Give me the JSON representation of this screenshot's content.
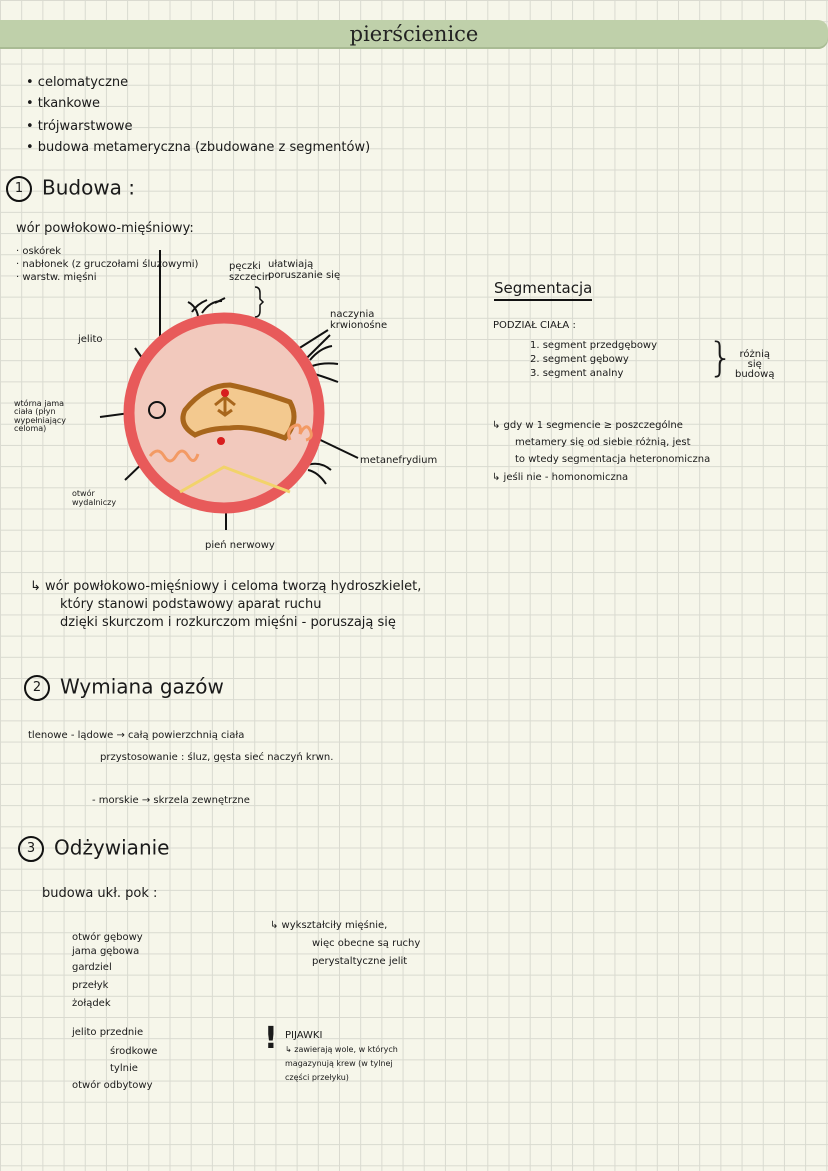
{
  "title": "pierścienice",
  "features": [
    "• celomatyczne",
    "• tkankowe",
    "• trójwarstwowe",
    "• budowa metameryczna (zbudowane z segmentów)"
  ],
  "section1": {
    "number": "1",
    "heading": "Budowa :",
    "wall_title": "wór powłokowo-mięśniowy:",
    "wall_items": [
      "· oskórek",
      "· nabłonek (z gruczołami śluzowymi)",
      "· warstw. mięśni"
    ],
    "diagram_labels": {
      "bristles": "pęczki\nszczecin",
      "bristles_note": "ułatwiają\nporuszanie się",
      "vessels": "naczynia\nkrwionośne",
      "gut": "jelito",
      "coelom": "wtórna jama\nciała (płyn\nwypełniający\nceloma)",
      "nephridium": "metanefrydium",
      "excretory_pore": "otwór\nwydalniczy",
      "nerve_cord": "pień nerwowy"
    },
    "note": [
      "↳ wór powłokowo-mięśniowy i celoma tworzą hydroszkielet,",
      "który stanowi podstawowy aparat ruchu",
      "dzięki skurczom i rozkurczom mięśni - poruszają się"
    ]
  },
  "segmentation": {
    "heading": "Segmentacja",
    "subheading": "PODZIAŁ CIAŁA :",
    "items": [
      "1. segment przedgębowy",
      "2. segment gębowy",
      "3. segment analny"
    ],
    "brace_note": "różnią\nsię\nbudową",
    "notes": [
      "↳ gdy w 1 segmencie ≥ poszczególne",
      "metamery się od siebie różnią, jest",
      "to wtedy segmentacja heteronomiczna",
      "↳ jeśli nie - homonomiczna"
    ]
  },
  "section2": {
    "number": "2",
    "heading": "Wymiana gazów",
    "lines": [
      "tlenowe - lądowe → całą powierzchnią ciała",
      "przystosowanie : śluz, gęsta sieć naczyń krwn.",
      "- morskie → skrzela zewnętrzne"
    ]
  },
  "section3": {
    "number": "3",
    "heading": "Odżywianie",
    "subheading": "budowa ukł. pok :",
    "items": [
      "otwór gębowy",
      "jama gębowa",
      "gardziel",
      "przełyk",
      "żołądek",
      "jelito przednie",
      "środkowe",
      "tylnie",
      "otwór odbytowy"
    ],
    "note": [
      "↳ wykształciły mięśnie,",
      "więc obecne są ruchy",
      "perystaltyczne jelit"
    ],
    "warning_mark": "!",
    "leech_title": "PIJAWKI",
    "leech_note": [
      "↳ zawierają wole, w których",
      "magazynują krew (w tylnej",
      "części przełyku)"
    ]
  },
  "colors": {
    "title_bar": "#bfd0aa",
    "ring": "#e85a5a",
    "body": "#f2c9bd",
    "gut": "#a8661c",
    "gut_fill": "#f3c98f",
    "nephridium": "#f39a64",
    "nerve": "#f2d36b",
    "vessel": "#d81e1e"
  }
}
